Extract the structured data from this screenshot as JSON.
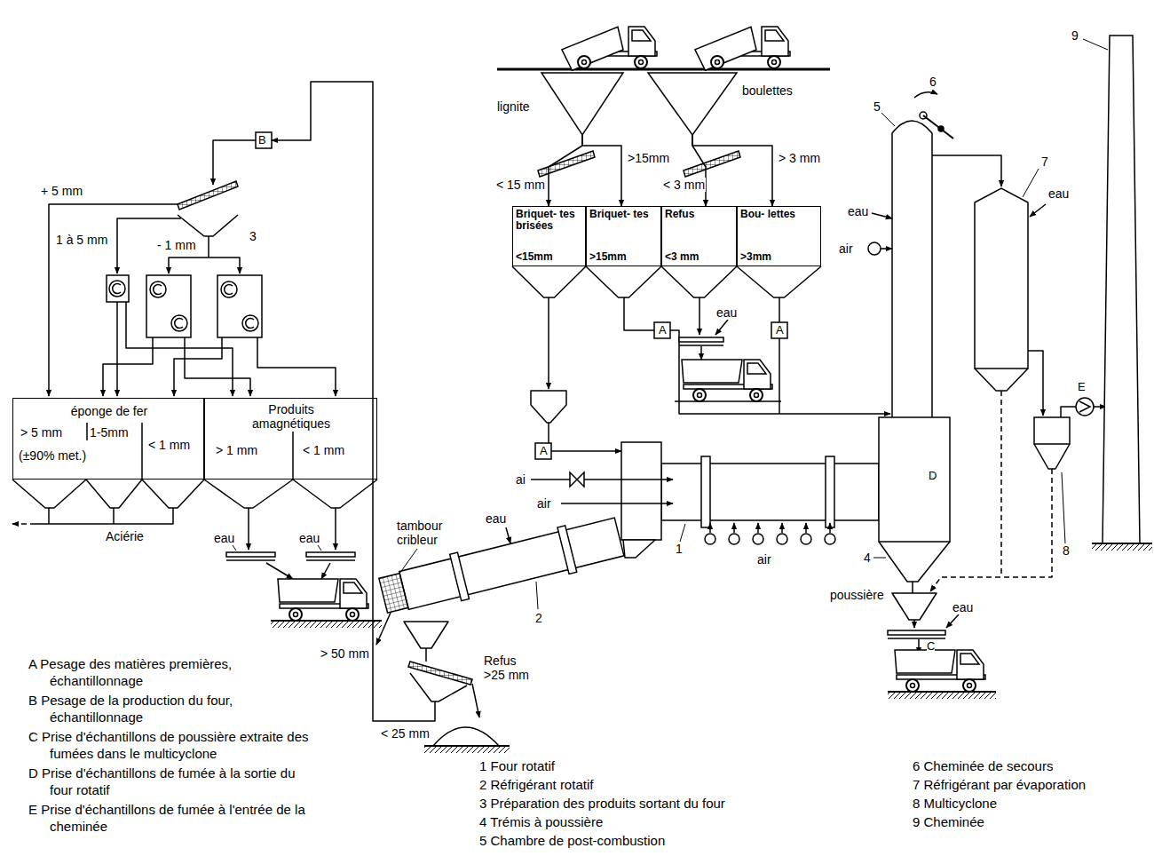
{
  "diagram": {
    "nodes": [
      {
        "text": [
          "lignite"
        ]
      },
      {
        "text": [
          "boulettes"
        ]
      },
      {
        "text": [
          "Briquet- tes brisées",
          "<15mm"
        ]
      },
      {
        "text": [
          "Briquet- tes",
          ">15mm"
        ]
      },
      {
        "text": [
          "Refus",
          "<3 mm"
        ]
      },
      {
        "text": [
          "Bou- lettes",
          ">3mm"
        ]
      },
      {
        "text": [
          "éponge de fer",
          "> 5 mm",
          "1-5mm",
          "(±90% met.)",
          "< 1 mm"
        ]
      },
      {
        "text": [
          "Produits amagnétiques",
          "> 1 mm",
          "< 1 mm"
        ]
      }
    ],
    "edges": [
      {
        "from": 0,
        "to": 2,
        "arrow": "to",
        "label": "< 15 mm"
      },
      {
        "from": 0,
        "to": 3,
        "arrow": "to",
        "label": ">15mm"
      },
      {
        "from": 1,
        "to": 4,
        "arrow": "to",
        "label": "< 3 mm"
      },
      {
        "from": 1,
        "to": 5,
        "arrow": "to",
        "label": "> 3 mm"
      }
    ],
    "labels": [
      "B",
      "+ 5 mm",
      "1 à 5 mm",
      "- 1 mm",
      "3",
      "Aciérie",
      "eau",
      "eau",
      "A",
      "A",
      "eau",
      "A",
      "ai",
      "air",
      "eau",
      "tambour cribleur",
      "2",
      "1",
      "air",
      "> 50 mm",
      "Refus >25 mm",
      "< 25 mm",
      "5",
      "6",
      "eau",
      "air",
      "D",
      "4",
      "7",
      "eau",
      "8",
      "E",
      "9",
      "poussière",
      "eau",
      "C"
    ],
    "legend": [
      {
        "text": "A Pesage des matières premières, échantillonnage"
      },
      {
        "text": "B Pesage de la production du four, échantillonnage"
      },
      {
        "text": "C Prise d'échantillons de poussière extraite des fumées dans le multicyclone"
      },
      {
        "text": "D Prise d'échantillons de fumée à la sortie du four rotatif"
      },
      {
        "text": "E Prise d'échantillons de fumée à l'entrée de la cheminée"
      },
      {
        "text": "1 Four rotatif"
      },
      {
        "text": "2 Réfrigérant rotatif"
      },
      {
        "text": "3 Préparation des produits sortant du four"
      },
      {
        "text": "4 Trémis à poussière"
      },
      {
        "text": "5 Chambre de post-combustion"
      },
      {
        "text": "6 Cheminée de secours"
      },
      {
        "text": "7 Réfrigérant par évaporation"
      },
      {
        "text": "8 Multicyclone"
      },
      {
        "text": "9 Cheminée"
      }
    ]
  }
}
